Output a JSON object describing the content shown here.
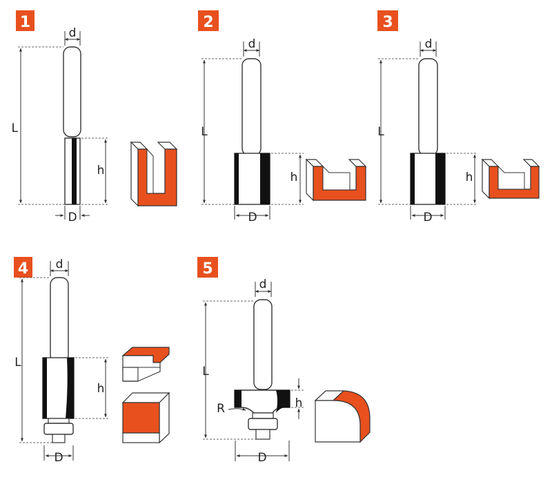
{
  "figures": [
    {
      "number": "1",
      "labels": {
        "d": "d",
        "L": "L",
        "h": "h",
        "D": "D"
      }
    },
    {
      "number": "2",
      "labels": {
        "d": "d",
        "L": "L",
        "h": "h",
        "D": "D"
      }
    },
    {
      "number": "3",
      "labels": {
        "d": "d",
        "L": "L",
        "h": "h",
        "D": "D"
      }
    },
    {
      "number": "4",
      "labels": {
        "d": "d",
        "L": "L",
        "h": "h",
        "D": "D"
      }
    },
    {
      "number": "5",
      "labels": {
        "d": "d",
        "L": "L",
        "h": "h",
        "D": "D",
        "R": "R"
      }
    }
  ],
  "colors": {
    "accent": "#e8501e",
    "line": "#333333",
    "blade": "#111111",
    "badge": "#e8501e"
  }
}
